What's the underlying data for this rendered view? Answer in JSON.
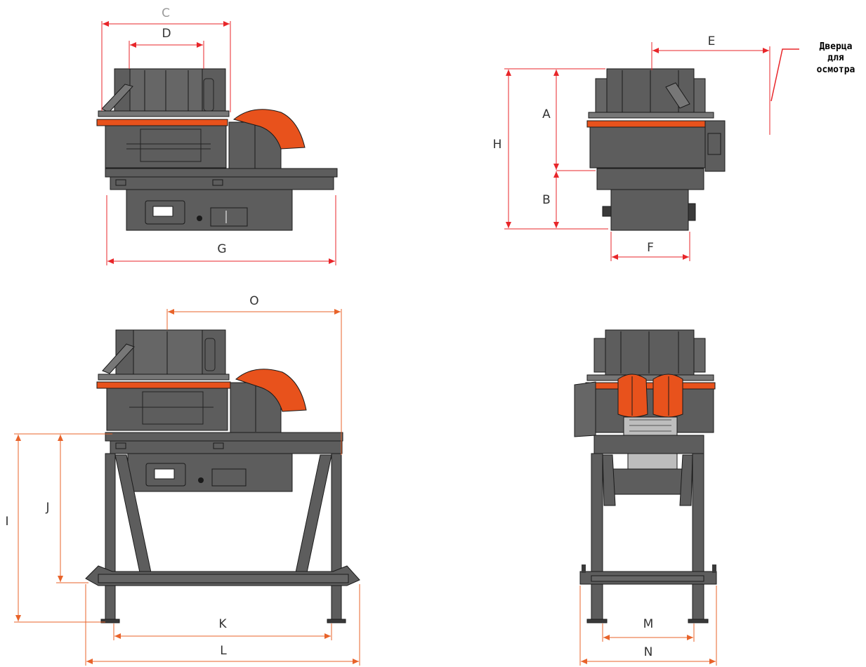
{
  "colors": {
    "body": "#5d5d5d",
    "body_dark": "#3a3a3a",
    "line": "#1a1a1a",
    "accent": "#e8521c",
    "dim_red": "#e8262a",
    "dim_orange": "#e8632a",
    "gray_text": "#9a9a9a"
  },
  "labels": {
    "A": "A",
    "B": "B",
    "C": "C",
    "D": "D",
    "E": "E",
    "F": "F",
    "G": "G",
    "H": "H",
    "I": "I",
    "J": "J",
    "K": "K",
    "L": "L",
    "M": "M",
    "N": "N",
    "O": "O"
  },
  "note": {
    "line1": "Дверца",
    "line2": "для",
    "line3": "осмотра"
  }
}
